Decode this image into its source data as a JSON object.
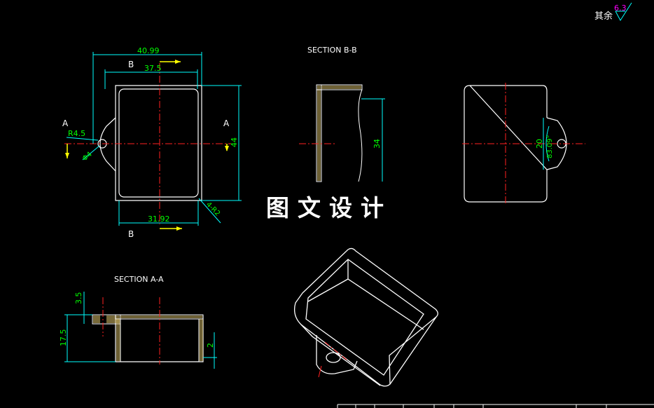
{
  "colors": {
    "background": "#000000",
    "outline": "#ffffff",
    "dimension": "#00ffff",
    "dim_text": "#00ff00",
    "center": "#ff0000",
    "arrow": "#ffff00",
    "roughness": "#ff00ff",
    "hatch": "#c8b060"
  },
  "roughness": {
    "label": "其余",
    "value": "6.3"
  },
  "watermark": "图文设计",
  "top_view": {
    "dim_outer_width": "40.99",
    "dim_inner_width": "37.5",
    "dim_bottom_width": "31.92",
    "dim_height": "44",
    "dim_radius": "R4.5",
    "dim_hole": "Φ4",
    "dim_corner": "4-R2",
    "label_A_left": "A",
    "label_A_right": "A",
    "label_B_top": "B",
    "label_B_bottom": "B"
  },
  "section_bb": {
    "title": "SECTION B-B",
    "dim_height": "34"
  },
  "side_view": {
    "dim_tab": "20",
    "dim_angle": "83.09°"
  },
  "section_aa": {
    "title": "SECTION A-A",
    "dim_top": "3.5",
    "dim_height": "17.5",
    "dim_bottom": "2"
  }
}
